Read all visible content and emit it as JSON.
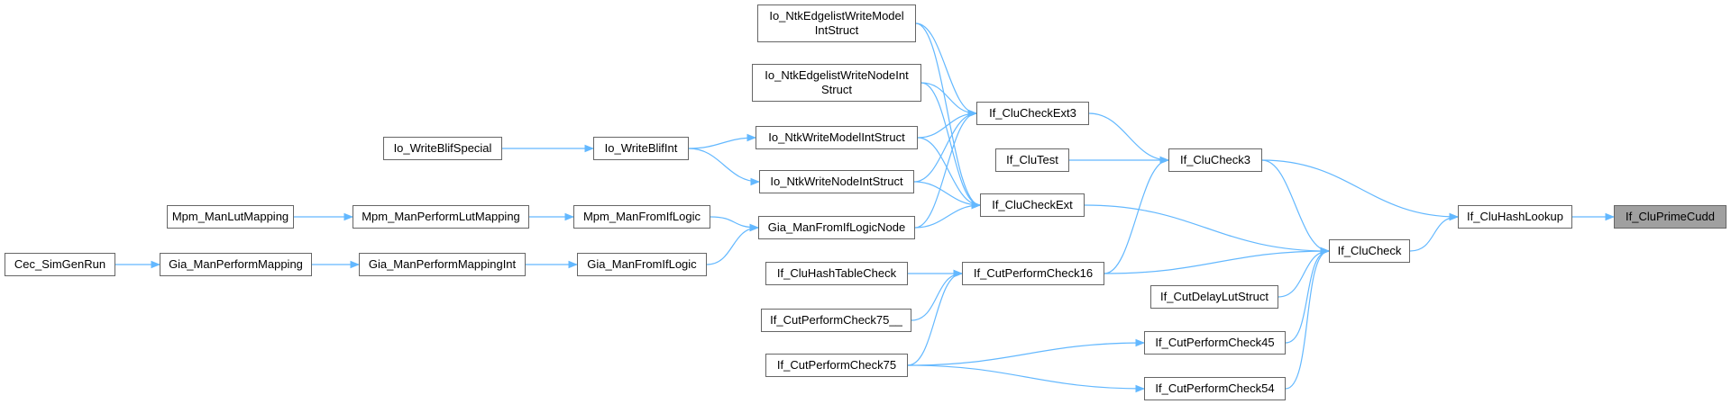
{
  "colors": {
    "edge": "#63b8ff",
    "node_border": "#666666",
    "target_fill": "#a0a0a0"
  },
  "nodes": {
    "io_ntkedgelistwritemodelintstruct": "Io_NtkEdgelistWriteModel\nIntStruct",
    "io_ntkedgelistwritenodeintstruct": "Io_NtkEdgelistWriteNodeInt\nStruct",
    "if_clucheckext3": "If_CluCheckExt3",
    "if_clutest": "If_CluTest",
    "if_clucheck3": "If_CluCheck3",
    "io_writeblifspecial": "Io_WriteBlifSpecial",
    "io_writeblifint": "Io_WriteBlifInt",
    "io_ntkwritemodelintstruct": "Io_NtkWriteModelIntStruct",
    "io_ntkwritenodeintstruct": "Io_NtkWriteNodeIntStruct",
    "if_clucheckext": "If_CluCheckExt",
    "if_cluhashlookup": "If_CluHashLookup",
    "if_cluprimecudd": "If_CluPrimeCudd",
    "mpm_manlutmapping": "Mpm_ManLutMapping",
    "mpm_manperformlutmapping": "Mpm_ManPerformLutMapping",
    "mpm_manfromiflogic": "Mpm_ManFromIfLogic",
    "gia_manfromiflogicnode": "Gia_ManFromIfLogicNode",
    "if_clucheck": "If_CluCheck",
    "cec_simgenrun": "Cec_SimGenRun",
    "gia_manperformmapping": "Gia_ManPerformMapping",
    "gia_manperformmappingint": "Gia_ManPerformMappingInt",
    "gia_manfromiflogic": "Gia_ManFromIfLogic",
    "if_cluhashtablecheck": "If_CluHashTableCheck",
    "if_cutperformcheck16": "If_CutPerformCheck16",
    "if_cutdelaylutstruct": "If_CutDelayLutStruct",
    "if_cutperformcheck75__": "If_CutPerformCheck75__",
    "if_cutperformcheck45": "If_CutPerformCheck45",
    "if_cutperformcheck75": "If_CutPerformCheck75",
    "if_cutperformcheck54": "If_CutPerformCheck54"
  },
  "edges": [
    [
      "io_writeblifspecial",
      "io_writeblifint"
    ],
    [
      "io_writeblifint",
      "io_ntkwritemodelintstruct"
    ],
    [
      "io_writeblifint",
      "io_ntkwritenodeintstruct"
    ],
    [
      "mpm_manlutmapping",
      "mpm_manperformlutmapping"
    ],
    [
      "mpm_manperformlutmapping",
      "mpm_manfromiflogic"
    ],
    [
      "mpm_manfromiflogic",
      "gia_manfromiflogicnode"
    ],
    [
      "cec_simgenrun",
      "gia_manperformmapping"
    ],
    [
      "gia_manperformmapping",
      "gia_manperformmappingint"
    ],
    [
      "gia_manperformmappingint",
      "gia_manfromiflogic"
    ],
    [
      "gia_manfromiflogic",
      "gia_manfromiflogicnode"
    ],
    [
      "io_ntkedgelistwritemodelintstruct",
      "if_clucheckext3"
    ],
    [
      "io_ntkedgelistwritemodelintstruct",
      "if_clucheckext"
    ],
    [
      "io_ntkedgelistwritenodeintstruct",
      "if_clucheckext3"
    ],
    [
      "io_ntkedgelistwritenodeintstruct",
      "if_clucheckext"
    ],
    [
      "io_ntkwritemodelintstruct",
      "if_clucheckext3"
    ],
    [
      "io_ntkwritemodelintstruct",
      "if_clucheckext"
    ],
    [
      "io_ntkwritenodeintstruct",
      "if_clucheckext3"
    ],
    [
      "io_ntkwritenodeintstruct",
      "if_clucheckext"
    ],
    [
      "gia_manfromiflogicnode",
      "if_clucheckext3"
    ],
    [
      "gia_manfromiflogicnode",
      "if_clucheckext"
    ],
    [
      "if_clucheckext3",
      "if_clucheck3"
    ],
    [
      "if_clutest",
      "if_clucheck3"
    ],
    [
      "if_cutperformcheck16",
      "if_clucheck3"
    ],
    [
      "if_clucheckext",
      "if_clucheck"
    ],
    [
      "if_clucheck3",
      "if_clucheck"
    ],
    [
      "if_cutperformcheck16",
      "if_clucheck"
    ],
    [
      "if_cutdelaylutstruct",
      "if_clucheck"
    ],
    [
      "if_cutperformcheck45",
      "if_clucheck"
    ],
    [
      "if_cutperformcheck54",
      "if_clucheck"
    ],
    [
      "if_cluhashtablecheck",
      "if_cutperformcheck16"
    ],
    [
      "if_cutperformcheck75__",
      "if_cutperformcheck16"
    ],
    [
      "if_cutperformcheck75",
      "if_cutperformcheck16"
    ],
    [
      "if_cutperformcheck75",
      "if_cutperformcheck45"
    ],
    [
      "if_cutperformcheck75",
      "if_cutperformcheck54"
    ],
    [
      "if_clucheck3",
      "if_cluhashlookup"
    ],
    [
      "if_clucheck",
      "if_cluhashlookup"
    ],
    [
      "if_cluhashlookup",
      "if_cluprimecudd"
    ]
  ]
}
